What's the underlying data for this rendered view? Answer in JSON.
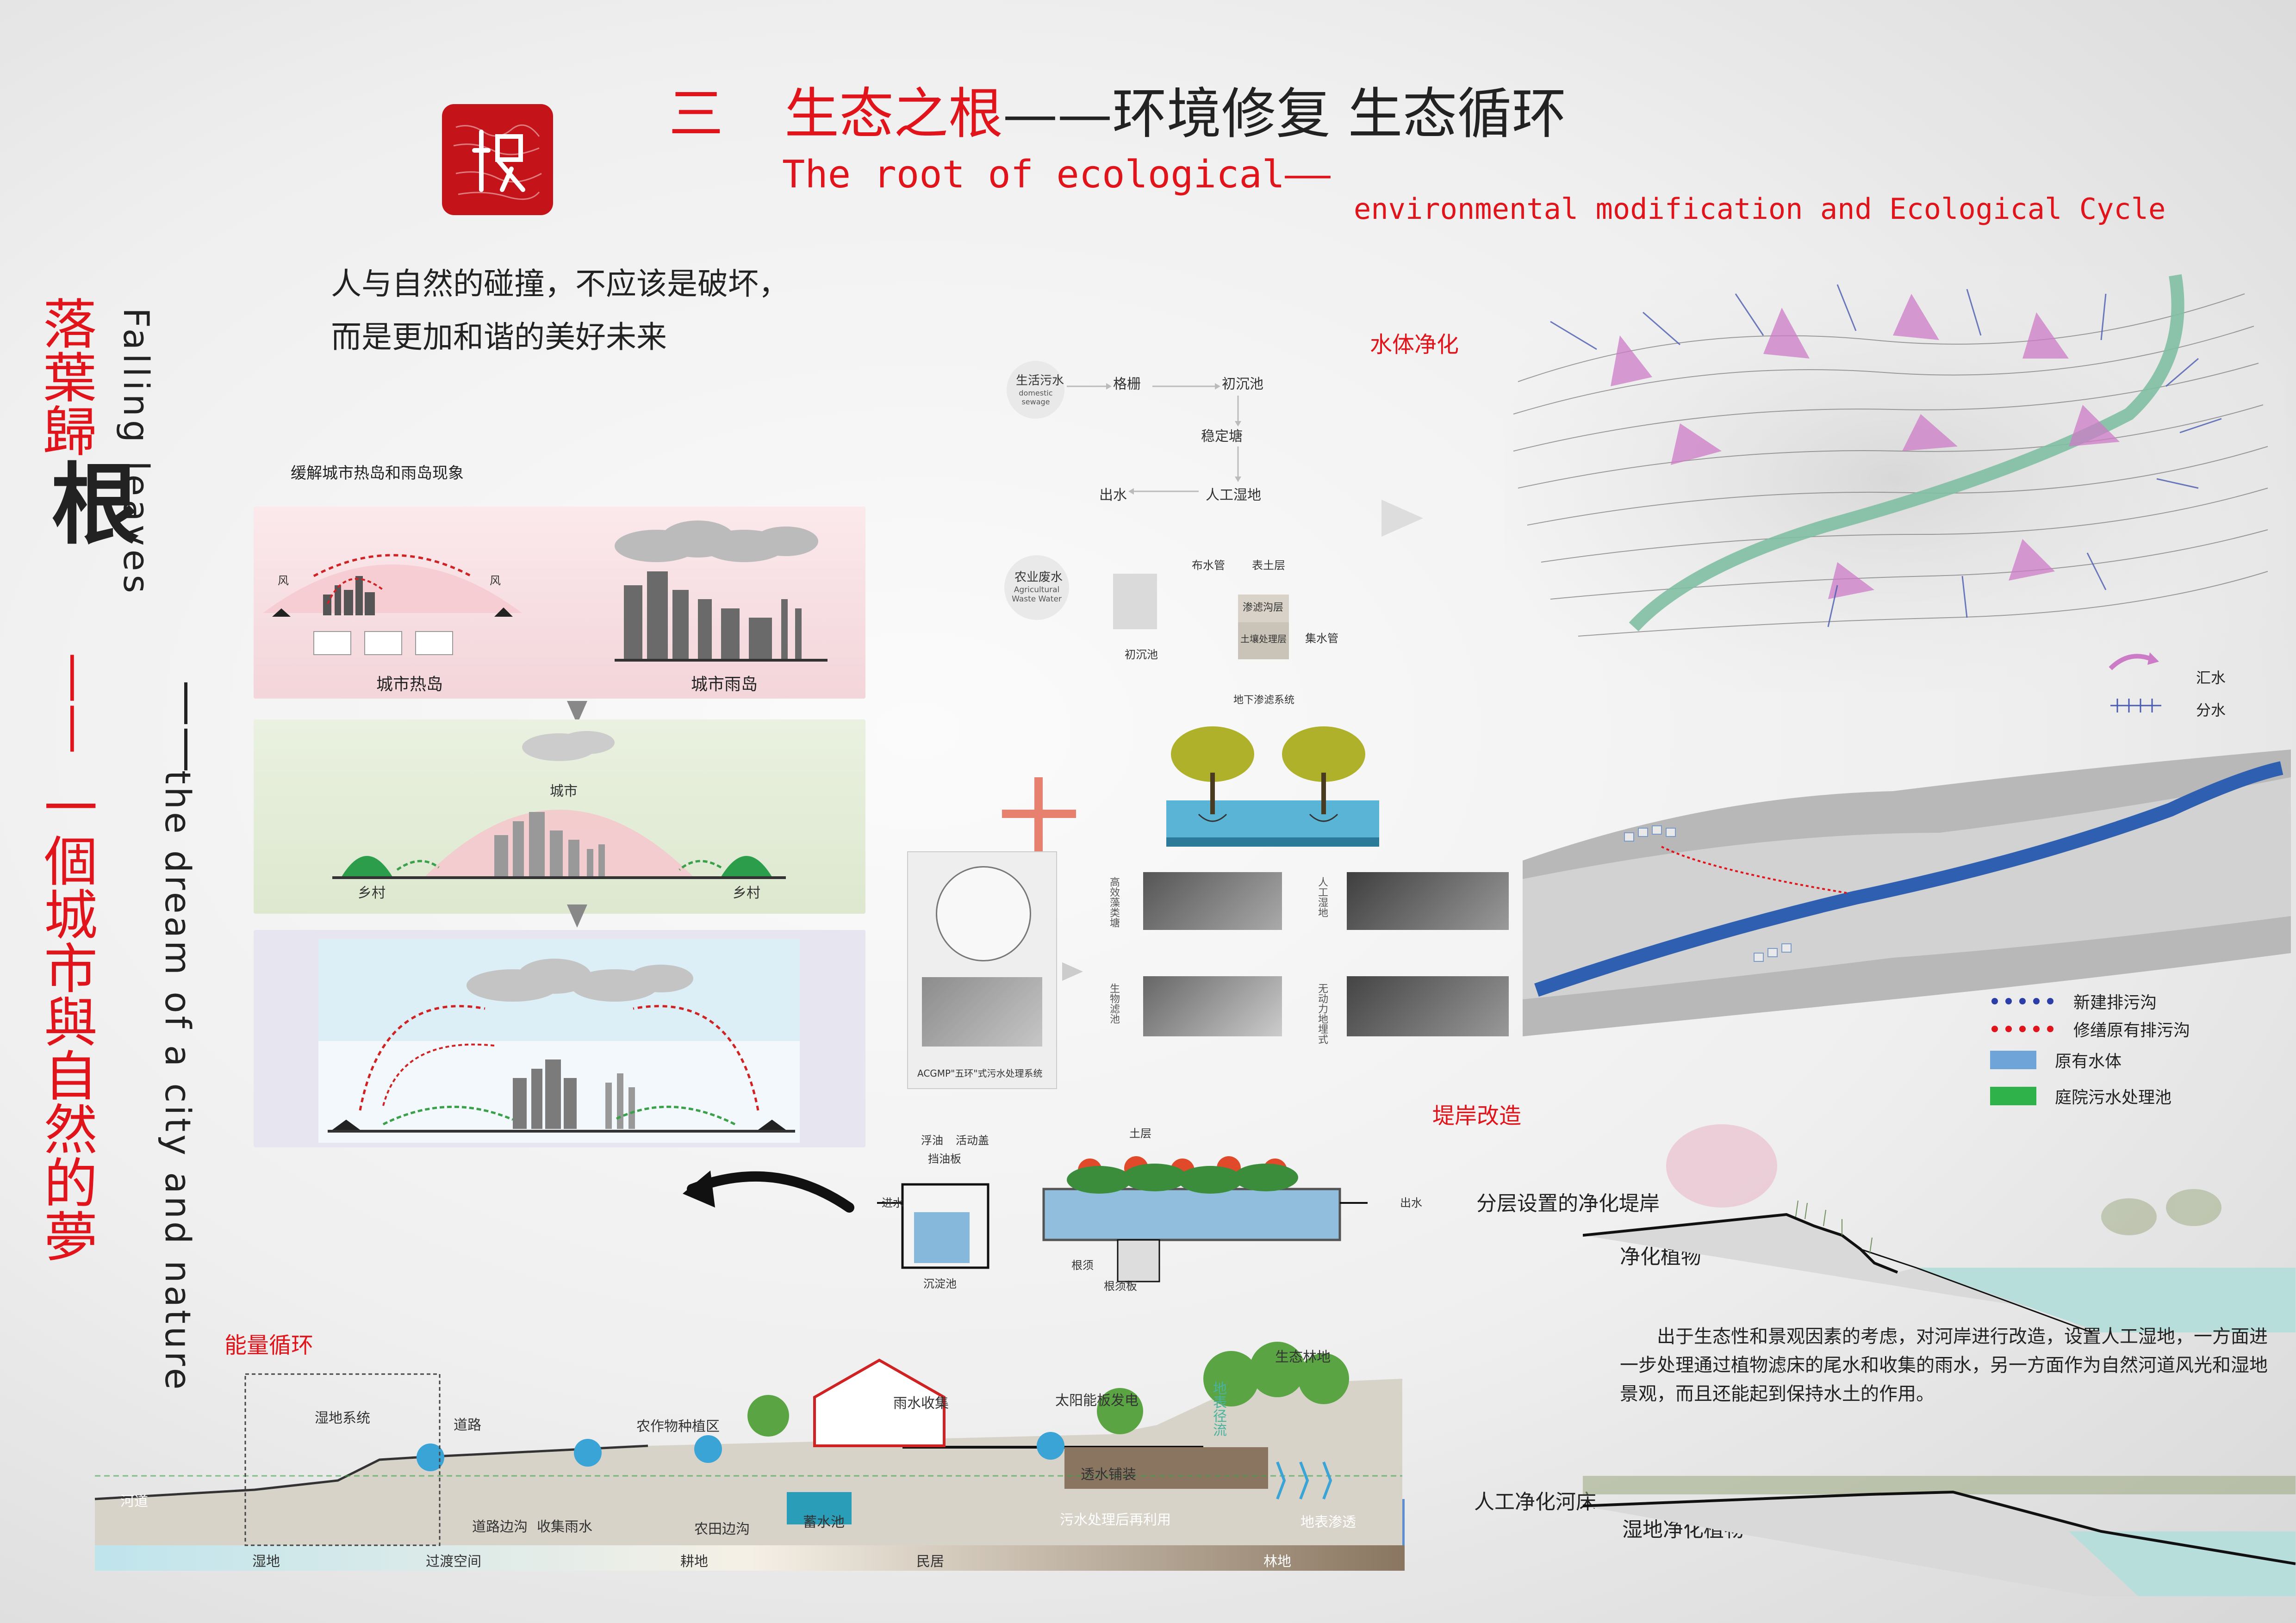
{
  "header": {
    "number": "三",
    "title_red": "生态之根",
    "title_black": "——环境修复 生态循环",
    "sub_en_1": "The root of ecological——",
    "sub_en_2": "environmental modification and Ecological Cycle",
    "seal_char": "根"
  },
  "side": {
    "title_cn": "落葉歸",
    "root_char": "根",
    "title_en": "Falling leaves",
    "dash1": "——",
    "subtitle_cn": "一個城市與自然的夢",
    "dash2": "——",
    "subtitle_en": "the dream of a city and nature"
  },
  "intro": {
    "line1": "人与自然的碰撞，不应该是破坏，",
    "line2": "而是更加和谐的美好未来"
  },
  "heat": {
    "title": "缓解城市热岛和雨岛现象",
    "urban_heat": "城市热岛",
    "urban_rain": "城市雨岛",
    "wind_l": "风",
    "wind_r": "风",
    "city": "城市",
    "village_l": "乡村",
    "village_r": "乡村"
  },
  "water": {
    "title": "水体净化",
    "domestic_cn": "生活污水",
    "domestic_en": "domestic sewage",
    "grille": "格栅",
    "primary": "初沉池",
    "stable": "稳定塘",
    "outlet": "出水",
    "wetland": "人工湿地",
    "agri_cn": "农业废水",
    "agri_en": "Agricultural Waste Water",
    "pipe": "布水管",
    "topsoil": "表土层",
    "infiltration": "渗滤沟层",
    "soil": "土壤处理层",
    "collect": "集水管",
    "primary2": "初沉池",
    "underground": "地下渗滤系统",
    "agcmp": "ACGMP\"五环\"式污水处理系统",
    "panel_a": "高效藻类塘",
    "panel_b": "人工湿地",
    "panel_c": "生物滤池",
    "panel_d": "无动力地埋式",
    "arrow": "+"
  },
  "map_legend": {
    "collect": "汇水",
    "divide": "分水"
  },
  "aerial_legend": {
    "new_drain": "新建排污沟",
    "repair_drain": "修缮原有排污沟",
    "water_body": "原有水体",
    "pond": "庭院污水处理池",
    "colors": {
      "new_drain": "#2b3ea8",
      "repair_drain": "#e0141a",
      "water_body": "#6ea4d8",
      "pond": "#2fb24a"
    }
  },
  "bank": {
    "title": "堤岸改造",
    "layered": "分层设置的净化堤岸",
    "plants": "净化植物",
    "desc": "出于生态性和景观因素的考虑，对河岸进行改造，设置人工湿地，一方面进一步处理通过植物滤床的尾水和收集的雨水，另一方面作为自然河道风光和湿地景观，而且还能起到保持水土的作用。",
    "river_bed": "人工净化河床",
    "wetland_plants": "湿地净化植物"
  },
  "filter": {
    "topsoil": "土层",
    "grease": "浮油",
    "cover": "活动盖",
    "baffle": "挡油板",
    "settle": "沉淀池",
    "root": "根须",
    "rootplate": "根须板",
    "in": "进水",
    "out": "出水"
  },
  "energy": {
    "title": "能量循环",
    "wetland_sys": "湿地系统",
    "road": "道路",
    "crop": "农作物种植区",
    "rain": "雨水收集",
    "solar": "太阳能板发电",
    "forest": "生态林地",
    "runoff": "地表径流",
    "paving": "透水铺装",
    "road_ditch": "道路边沟",
    "collect_rain": "收集雨水",
    "field_ditch": "农田边沟",
    "reservoir": "蓄水池",
    "sewage_reuse": "污水处理后再利用",
    "seepage": "地表渗透",
    "zones": [
      "河道",
      "湿地",
      "过渡空间",
      "耕地",
      "民居",
      "林地"
    ]
  }
}
